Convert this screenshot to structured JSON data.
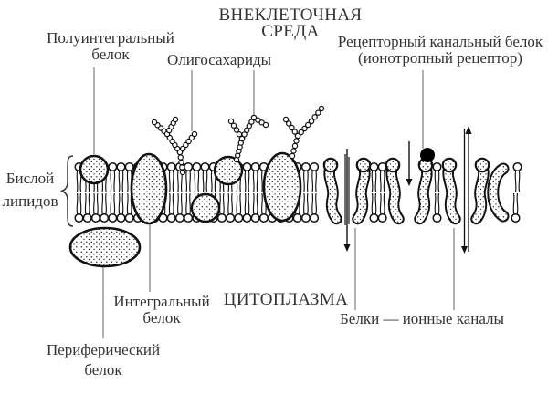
{
  "labels": {
    "extracellular": {
      "line1": "ВНЕКЛЕТОЧНАЯ",
      "line2": "СРЕДА"
    },
    "semi_integral_protein": {
      "line1": "Полуинтегральный",
      "line2": "белок"
    },
    "oligosaccharides": {
      "line1": "Олигосахариды"
    },
    "receptor_channel": {
      "line1": "Рецепторный канальный белок",
      "line2": "(ионотропный рецептор)"
    },
    "lipid_bilayer": {
      "line1": "Бислой",
      "line2": "липидов"
    },
    "integral_protein": {
      "line1": "Интегральный",
      "line2": "белок"
    },
    "cytoplasm": {
      "line1": "ЦИТОПЛАЗМА"
    },
    "ion_channels": {
      "line1": "Белки — ионные каналы"
    },
    "peripheral_protein": {
      "line1": "Периферический",
      "line2": "белок"
    }
  },
  "colors": {
    "background": "#ffffff",
    "ink": "#111111",
    "label_text": "#333333",
    "leader_line": "#6e6e6e",
    "ligand": "#000000"
  }
}
